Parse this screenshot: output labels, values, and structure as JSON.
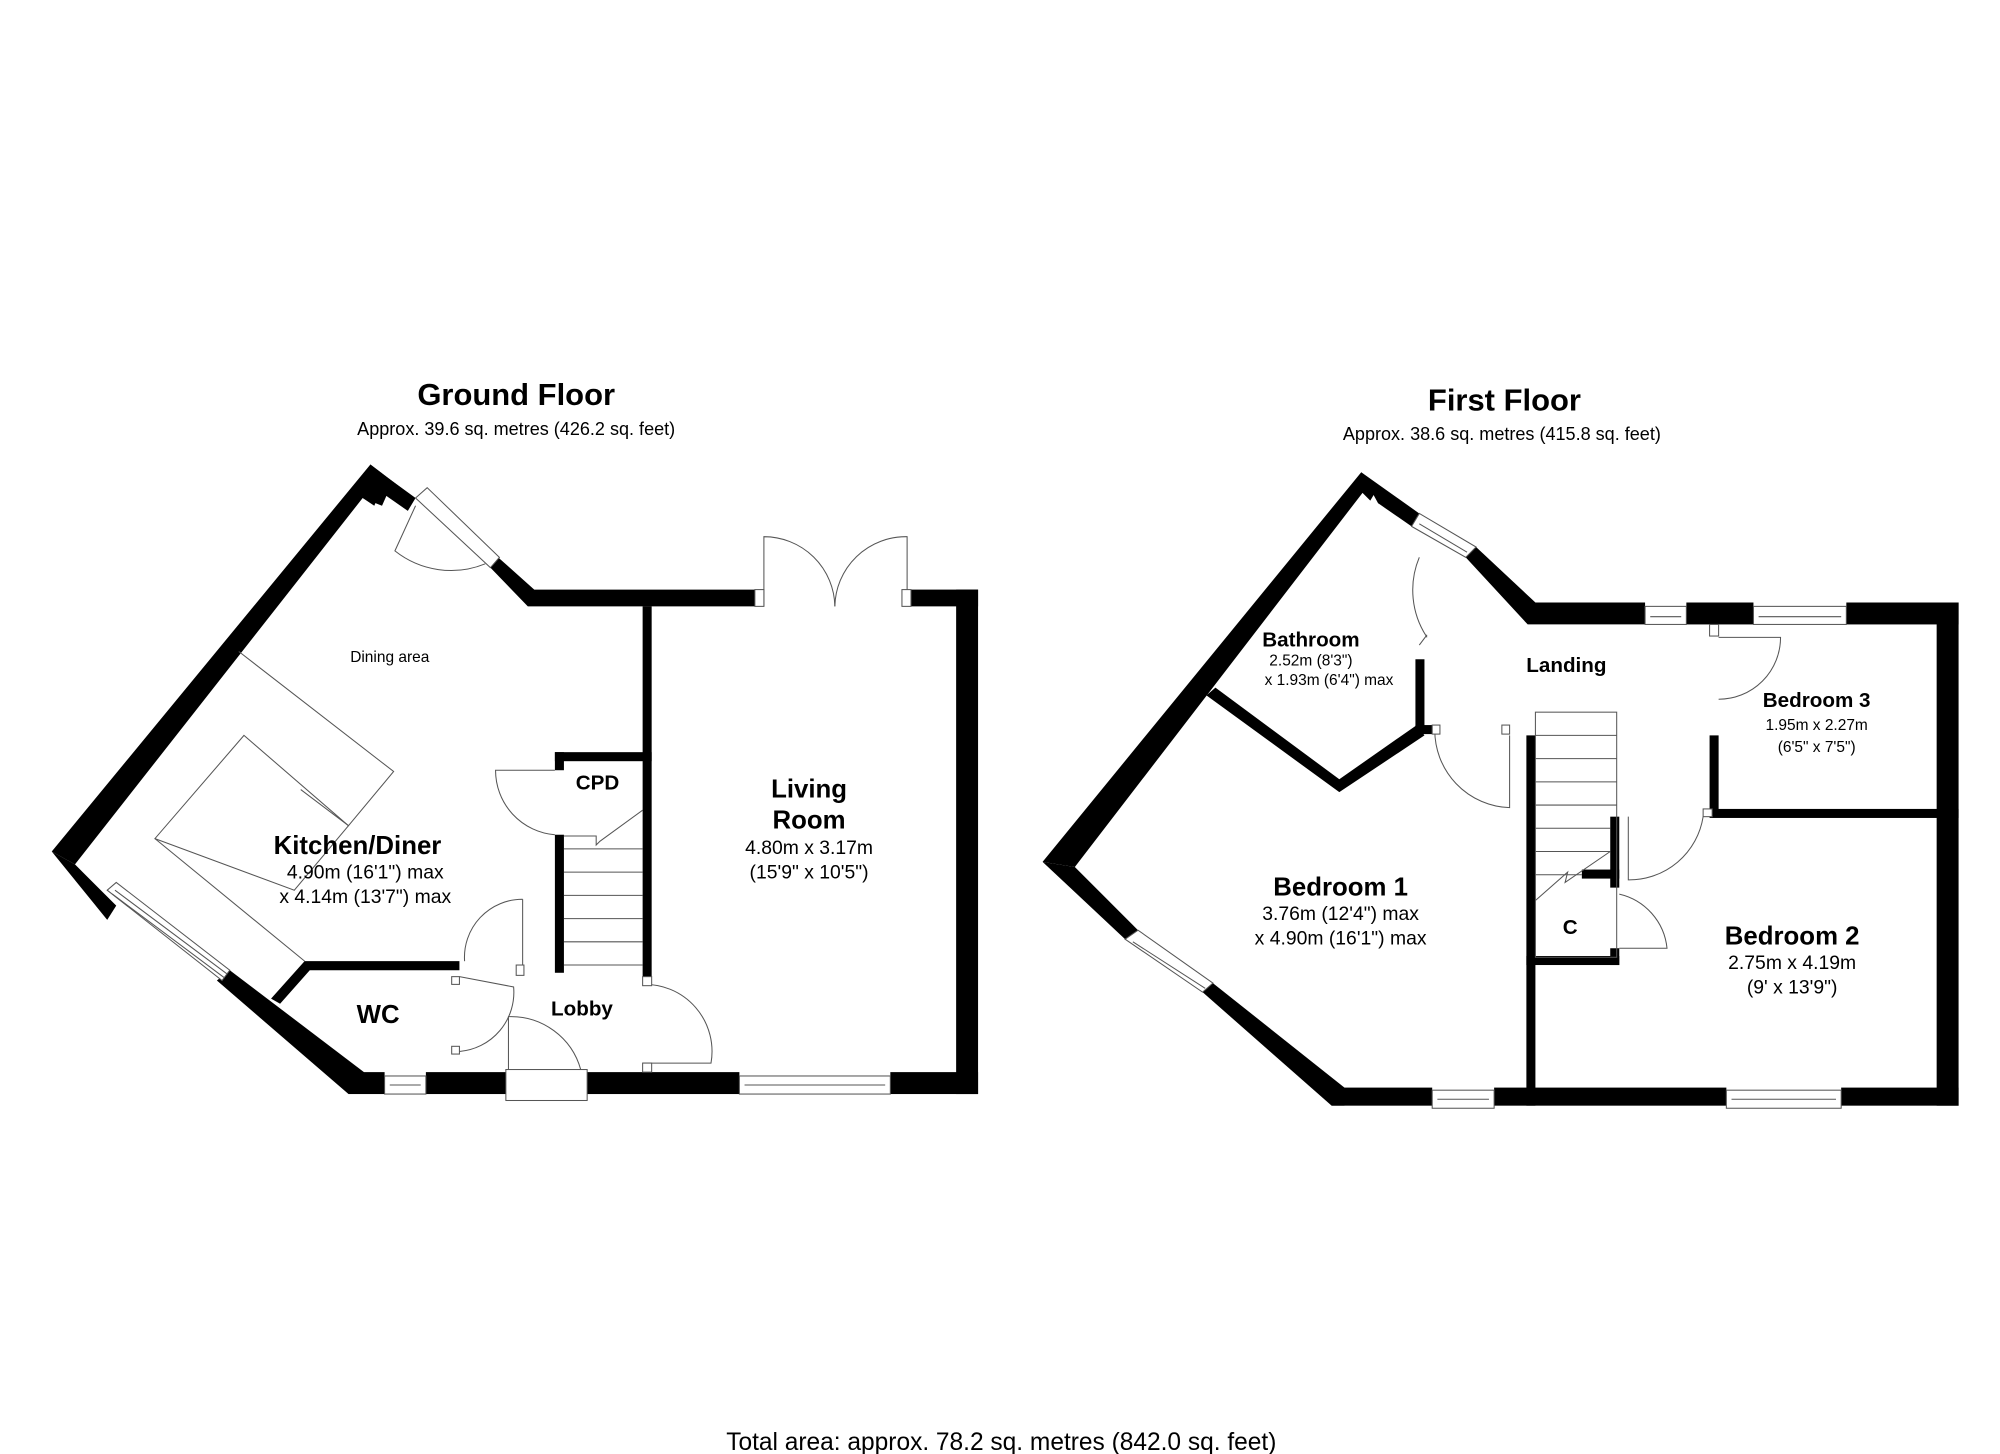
{
  "ground_floor": {
    "title": "Ground Floor",
    "area": "Approx. 39.6 sq. metres (426.2 sq. feet)",
    "rooms": {
      "kitchen": {
        "name": "Kitchen/Diner",
        "dim1": "4.90m (16'1\") max",
        "dim2": "x 4.14m (13'7\") max"
      },
      "dining": {
        "name": "Dining area"
      },
      "living": {
        "name1": "Living",
        "name2": "Room",
        "dim1": "4.80m x 3.17m",
        "dim2": "(15'9\" x 10'5\")"
      },
      "cpd": {
        "name": "CPD"
      },
      "wc": {
        "name": "WC"
      },
      "lobby": {
        "name": "Lobby"
      }
    }
  },
  "first_floor": {
    "title": "First Floor",
    "area": "Approx. 38.6 sq. metres (415.8 sq. feet)",
    "rooms": {
      "bathroom": {
        "name": "Bathroom",
        "dim1": "2.52m (8'3\")",
        "dim2": "x 1.93m (6'4\") max"
      },
      "landing": {
        "name": "Landing"
      },
      "bedroom3": {
        "name": "Bedroom 3",
        "dim1": "1.95m x 2.27m",
        "dim2": "(6'5\" x 7'5\")"
      },
      "bedroom1": {
        "name": "Bedroom 1",
        "dim1": "3.76m (12'4\") max",
        "dim2": "x 4.90m (16'1\") max"
      },
      "bedroom2": {
        "name": "Bedroom 2",
        "dim1": "2.75m x 4.19m",
        "dim2": "(9' x 13'9\")"
      },
      "cupboard": {
        "name": "C"
      }
    }
  },
  "total_area": "Total area: approx. 78.2 sq. metres (842.0 sq. feet)",
  "colors": {
    "wall": "#000000",
    "background": "#ffffff",
    "fixture_line": "#555555"
  }
}
